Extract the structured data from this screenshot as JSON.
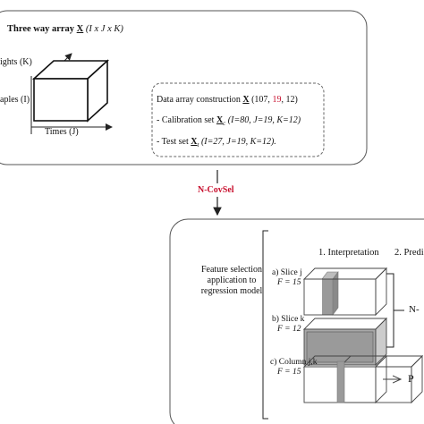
{
  "top_panel": {
    "title_prefix": "Three way array",
    "title_symbol": "X",
    "title_dims": "(I x J x K)",
    "axis_k_label": "ights (K)",
    "axis_i_label": "aples (I)",
    "axis_j_label": "Times (J)",
    "construction": {
      "prefix": "Data array construction",
      "symbol": "X",
      "open": "(107,",
      "highlight": "19",
      "close": ", 12)"
    },
    "calibration": {
      "prefix": "- Calibration set",
      "symbol": "X",
      "sub": "c",
      "dims": "(I=80, J=19, K=12)"
    },
    "test": {
      "prefix": "- Test set",
      "symbol": "X",
      "sub": "t",
      "dims": "(I=27, J=19, K=12)."
    }
  },
  "connector": {
    "label": "N-CovSel"
  },
  "bottom_panel": {
    "feature_text": [
      "Feature selection",
      "application to",
      "regression model"
    ],
    "col1_header": "1. Interpretation",
    "col2_header": "2. Predi",
    "items": [
      {
        "line1": "a) Slice j",
        "line2": "F = 15"
      },
      {
        "line1": "b) Slice k",
        "line2": "F = 12"
      },
      {
        "line1": "c) Column j,k",
        "line2": "F = 15"
      }
    ],
    "merge_label": "N-",
    "final_label": "P"
  },
  "colors": {
    "highlight_red": "#c8102e",
    "slice_gray": "#9a9a9a",
    "panel_border": "#555555"
  }
}
